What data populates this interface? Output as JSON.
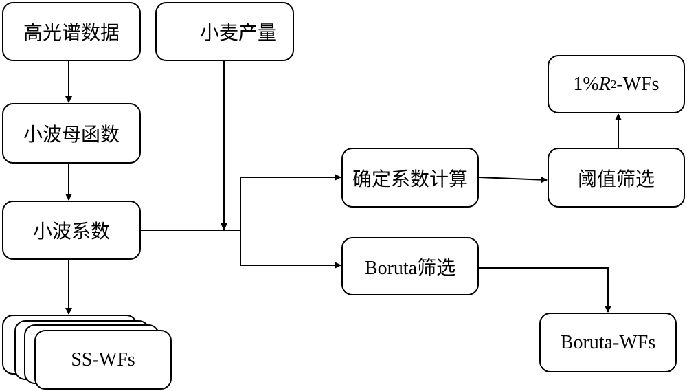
{
  "nodes": {
    "hyperspectral": "高光谱数据",
    "wheat_yield": "小麦产量",
    "mother_wavelet": "小波母函数",
    "wavelet_coeff": "小波系数",
    "r2_calc": "确定系数计算",
    "threshold": "阈值筛选",
    "r2_wfs_prefix": "1%",
    "r2_wfs_var": "R",
    "r2_wfs_sup": "2",
    "r2_wfs_suffix": "-WFs",
    "boruta": "Boruta筛选",
    "boruta_wfs": "Boruta-WFs",
    "ss_wfs": "SS-WFs"
  }
}
